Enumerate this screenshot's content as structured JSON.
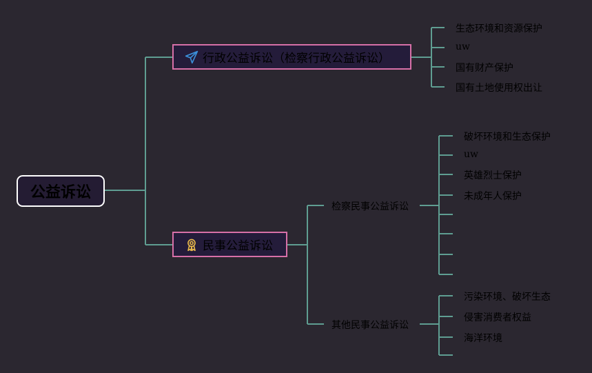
{
  "colors": {
    "background": "#2b2730",
    "connector": "#5f9e92",
    "root_border": "#ffffff",
    "branch_border": "#d870a8",
    "branch_fill": "#241c3a",
    "icon_plane": "#3b8fd9",
    "icon_ribbon": "#e8b84a",
    "text": "#000000"
  },
  "root": {
    "label": "公益诉讼"
  },
  "branches": [
    {
      "label": "行政公益诉讼（检察行政公益诉讼）",
      "icon": "paper-plane-icon",
      "leaves": [
        "生态环境和资源保护",
        "uw",
        "国有财产保护",
        "国有土地使用权出让"
      ]
    },
    {
      "label": "民事公益诉讼",
      "icon": "award-ribbon-icon",
      "children": [
        {
          "label": "检察民事公益诉讼",
          "leaves": [
            "破坏环境和生态保护",
            "uw",
            "英雄烈士保护",
            "未成年人保护",
            "",
            "",
            "",
            ""
          ]
        },
        {
          "label": "其他民事公益诉讼",
          "leaves": [
            "污染环境、破坏生态",
            "侵害消费者权益",
            "海洋环境",
            ""
          ]
        }
      ]
    }
  ]
}
